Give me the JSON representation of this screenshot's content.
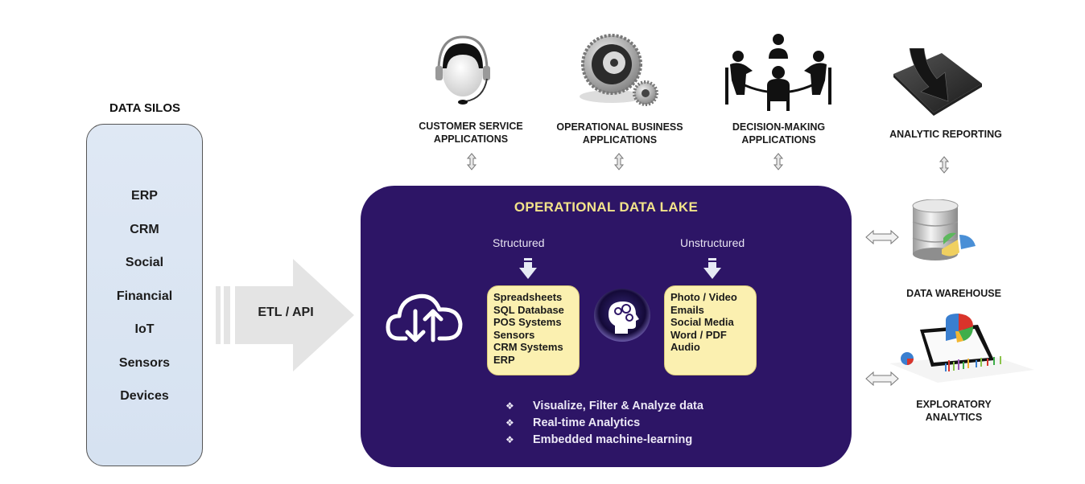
{
  "silos": {
    "title": "DATA SILOS",
    "items": [
      "ERP",
      "CRM",
      "Social",
      "Financial",
      "IoT",
      "Sensors",
      "Devices"
    ]
  },
  "etl": {
    "label": "ETL / API"
  },
  "top_apps": [
    {
      "icon": "headset-agent-icon",
      "line1": "CUSTOMER SERVICE",
      "line2": "APPLICATIONS"
    },
    {
      "icon": "gears-icon",
      "line1": "OPERATIONAL BUSINESS",
      "line2": "APPLICATIONS"
    },
    {
      "icon": "meeting-table-icon",
      "line1": "DECISION-MAKING",
      "line2": "APPLICATIONS"
    },
    {
      "icon": "report-download-icon",
      "line1": "ANALYTIC REPORTING",
      "line2": ""
    }
  ],
  "lake": {
    "title": "OPERATIONAL DATA LAKE",
    "structured": {
      "label": "Structured",
      "items": [
        "Spreadsheets",
        "SQL Database",
        "POS Systems",
        "Sensors",
        "CRM Systems",
        "ERP"
      ]
    },
    "unstructured": {
      "label": "Unstructured",
      "items": [
        "Photo / Video",
        "Emails",
        "Social Media",
        "Word / PDF",
        "Audio"
      ]
    },
    "bullets": [
      "Visualize, Filter & Analyze data",
      "Real-time Analytics",
      "Embedded machine-learning"
    ],
    "bullet_glyph": "❖"
  },
  "right": {
    "warehouse": {
      "label": "DATA WAREHOUSE"
    },
    "exploratory": {
      "line1": "EXPLORATORY",
      "line2": "ANALYTICS"
    }
  },
  "colors": {
    "lake_bg": "#2d1566",
    "lake_title": "#f2e38a",
    "yellow_box": "#fbf0b0",
    "silo_bg": "#dfe8f4"
  }
}
